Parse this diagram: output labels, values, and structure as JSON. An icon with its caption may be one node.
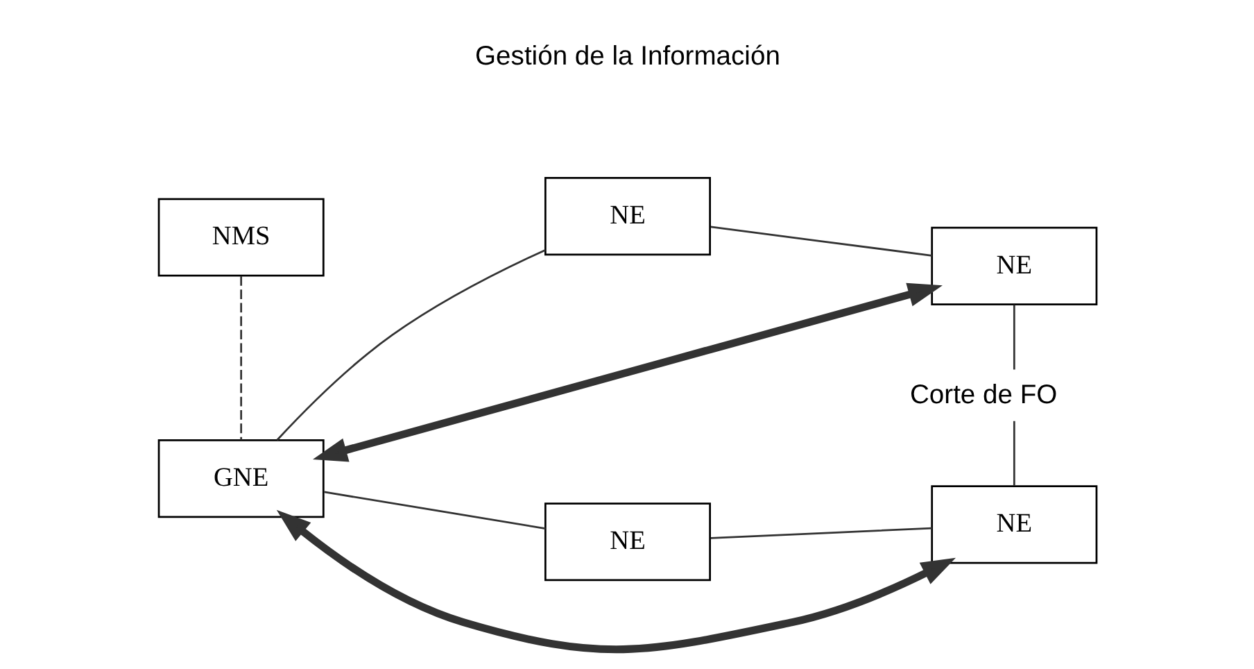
{
  "diagram": {
    "nodes": [
      {
        "text": [
          "NMS"
        ]
      },
      {
        "text": [
          "GNE"
        ]
      },
      {
        "text": [
          "NE"
        ]
      },
      {
        "text": [
          "NE"
        ]
      },
      {
        "text": [
          "NE"
        ]
      },
      {
        "text": [
          "NE"
        ]
      }
    ],
    "edges": [
      {
        "from": 0,
        "to": 1,
        "arrow": "none",
        "style": "dashed"
      },
      {
        "from": 1,
        "to": 2,
        "arrow": "none"
      },
      {
        "from": 2,
        "to": 3,
        "arrow": "none"
      },
      {
        "from": 1,
        "to": 4,
        "arrow": "none"
      },
      {
        "from": 4,
        "to": 5,
        "arrow": "none"
      },
      {
        "from": 3,
        "to": 5,
        "arrow": "none",
        "label": "Corte de FO"
      },
      {
        "from": 1,
        "to": 3,
        "arrow": "both",
        "style": "thick"
      },
      {
        "from": 1,
        "to": 5,
        "arrow": "both",
        "style": "thick"
      }
    ],
    "labels": [
      "Gestión de la Información"
    ]
  }
}
